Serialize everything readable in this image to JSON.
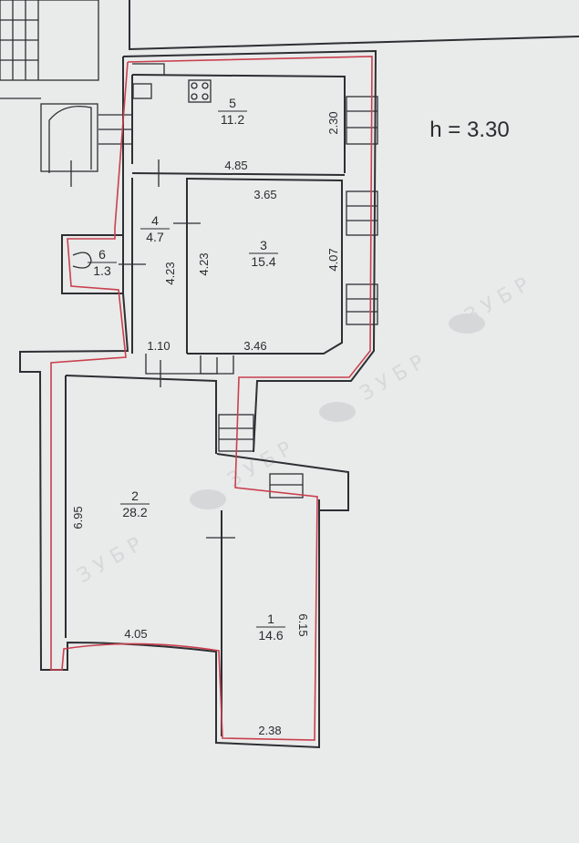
{
  "ceiling_height": "h  =  3.30",
  "rooms": [
    {
      "number": "1",
      "area": "14.6"
    },
    {
      "number": "2",
      "area": "28.2"
    },
    {
      "number": "3",
      "area": "15.4"
    },
    {
      "number": "4",
      "area": "4.7"
    },
    {
      "number": "5",
      "area": "11.2"
    },
    {
      "number": "6",
      "area": "1.3"
    }
  ],
  "dimensions": [
    "4.85",
    "2.30",
    "3.65",
    "4.07",
    "4.23",
    "4.23",
    "1.10",
    "3.46",
    "6.95",
    "4.05",
    "6.15",
    "2.38"
  ],
  "watermark": {
    "text": "З У Б Р"
  },
  "colors": {
    "wall": "#2d2f33",
    "outline": "#c9404e",
    "paper": "#e9eaea"
  }
}
